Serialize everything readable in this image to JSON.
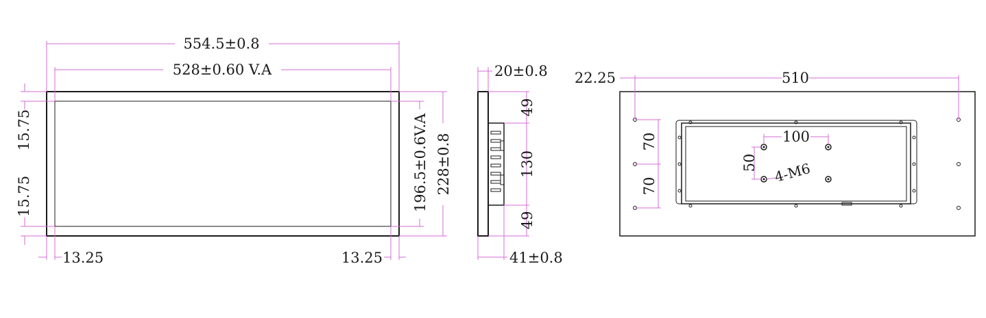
{
  "front_view": {
    "overall_width": "554.5±0.8",
    "va_width": "528±0.60 V.A",
    "overall_height": "228±0.8",
    "va_height": "196.5±0.6V.A",
    "top_border": "15.75",
    "bottom_border": "15.75",
    "left_border": "13.25",
    "right_border": "13.25"
  },
  "side_view": {
    "panel_depth": "20±0.8",
    "total_depth": "41±0.8",
    "top_offset": "49",
    "center_span": "130",
    "bottom_offset": "49"
  },
  "rear_view": {
    "edge_offset": "22.25",
    "hole_span": "510",
    "upper_pitch": "70",
    "lower_pitch": "70",
    "vesa_horizontal": "100",
    "vesa_vertical": "50",
    "vesa_screw": "4-M6"
  },
  "colors": {
    "object_line": "#1a1a1a",
    "dimension_line": "#d36bd3"
  }
}
